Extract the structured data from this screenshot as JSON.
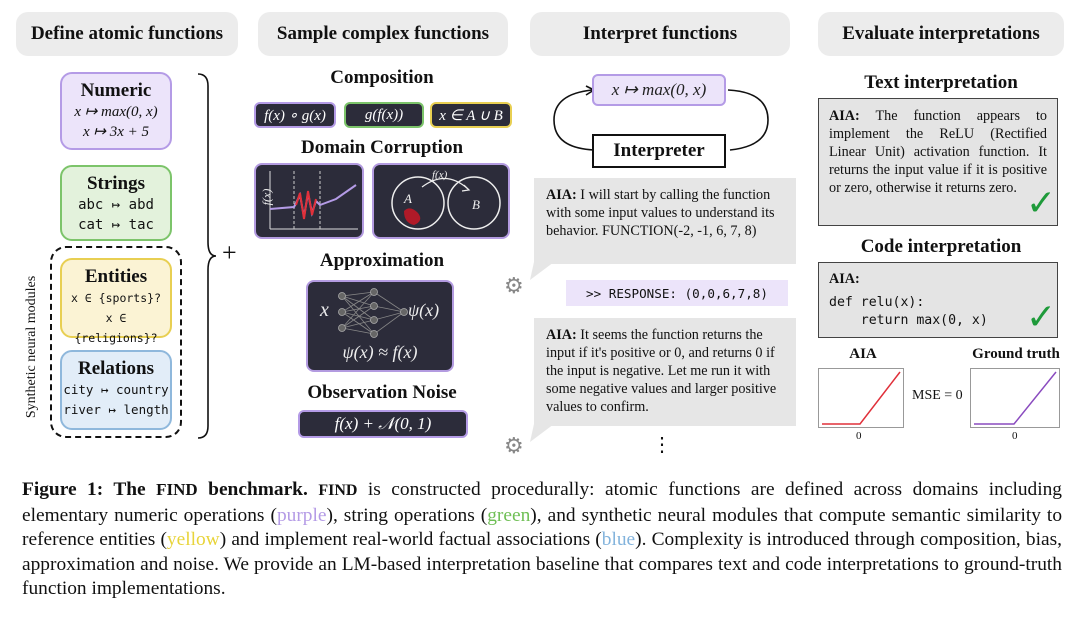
{
  "headers": {
    "define": "Define atomic functions",
    "sample": "Sample complex functions",
    "interpret": "Interpret functions",
    "evaluate": "Evaluate interpretations"
  },
  "atomic": {
    "numeric": {
      "title": "Numeric",
      "line1": "x ↦ max(0, x)",
      "line2": "x ↦ 3x + 5",
      "color": "#b49be6",
      "bg": "#ece4fa"
    },
    "strings": {
      "title": "Strings",
      "line1": "abc ↦ abd",
      "line2": "cat ↦ tac",
      "color": "#7cc46a",
      "bg": "#e3f2dc"
    },
    "entities": {
      "title": "Entities",
      "line1": "x ∈ {sports}?",
      "line2": "x ∈ {religions}?",
      "color": "#e8cf52",
      "bg": "#fbf3d4"
    },
    "relations": {
      "title": "Relations",
      "line1": "city ↦ country",
      "line2": "river ↦ length",
      "color": "#8fb8dc",
      "bg": "#e2edf8"
    },
    "synthetic_label": "Synthetic neural modules",
    "plus": "+"
  },
  "complex": {
    "composition": "Composition",
    "comp_chips": [
      "f(x) ∘ g(x)",
      "g(f(x))",
      "x ∈ A ∪ B"
    ],
    "domain_corruption": "Domain Corruption",
    "dc_fx": "f(x)",
    "dc_A": "A",
    "dc_B": "B",
    "dc_arrow": "f(x)",
    "approximation": "Approximation",
    "approx_x": "x",
    "approx_psi": "ψ(x)",
    "approx_eq": "ψ(x) ≈ f(x)",
    "noise": "Observation Noise",
    "noise_expr": "f(x) + 𝒩(0, 1)"
  },
  "interpret": {
    "fn_box": "x ↦ max(0, x)",
    "interpreter": "Interpreter",
    "bubble1_label": "AIA:",
    "bubble1_text": "I will start by calling the function with some input values to understand its behavior. FUNCTION(-2, -1, 6, 7, 8)",
    "response": ">> RESPONSE: (0,0,6,7,8)",
    "bubble2_label": "AIA:",
    "bubble2_text": "It seems the function returns the input if it's positive or 0, and returns 0 if the input is negative. Let me run it with some negative values and larger positive values to confirm.",
    "ellipsis": "⋮"
  },
  "evaluate": {
    "text_title": "Text interpretation",
    "text_label": "AIA:",
    "text_body": "The function appears to implement the ReLU (Rectified Linear Unit) activation function. It returns the input value if it is positive or zero, otherwise it returns zero.",
    "code_title": "Code interpretation",
    "code_label": "AIA:",
    "code_line1": "def relu(x):",
    "code_line2": "    return max(0, x)",
    "check": "✓",
    "aia_plot_label": "AIA",
    "gt_plot_label": "Ground truth",
    "mse": "MSE = 0",
    "tick0": "0",
    "tick0b": "0"
  },
  "caption": {
    "fig_label": "Figure 1: The ",
    "find_bold": "FIND",
    "benchmark": " benchmark.",
    "find_inline": "FIND",
    "t1": " is constructed procedurally: atomic functions are defined across domains including elementary numeric operations (",
    "purple": "purple",
    "t2": "), string operations (",
    "green": "green",
    "t3": "), and synthetic neural modules that compute semantic similarity to reference entities (",
    "yellow": "yellow",
    "t4": ") and implement real-world factual associations (",
    "blue": "blue",
    "t5": "). Complexity is introduced through composition, bias, approximation and noise.  We provide an LM-based interpretation baseline that compares text and code interpretations to ground-truth function implementations."
  }
}
